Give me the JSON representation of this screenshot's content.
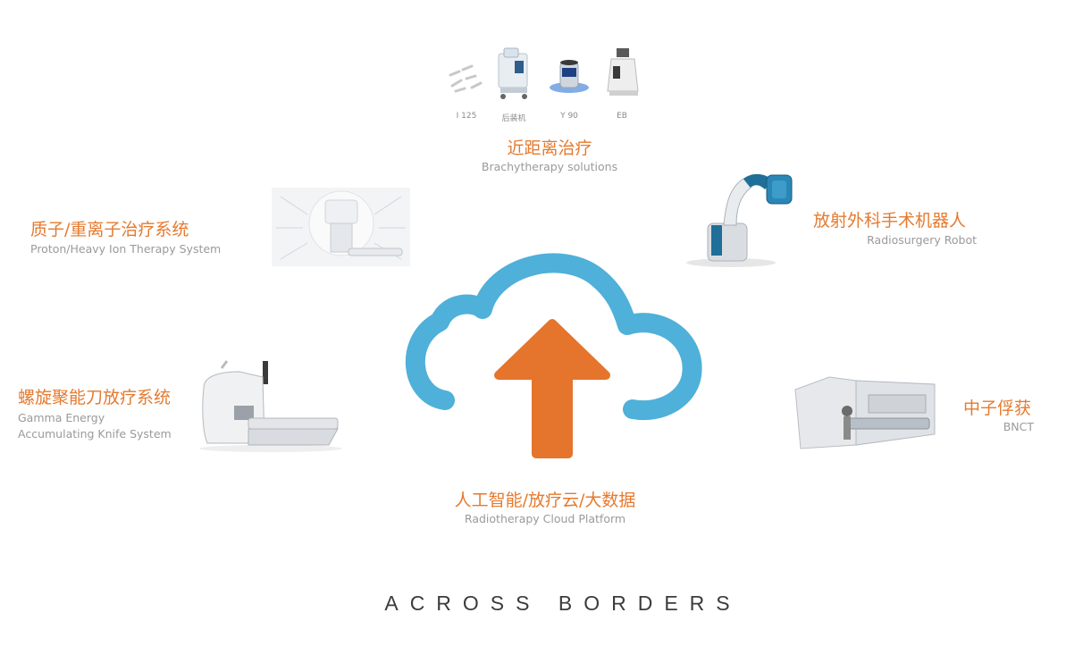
{
  "center": {
    "label_cn": "人工智能/放疗云/大数据",
    "label_en": "Radiotherapy Cloud Platform"
  },
  "brachy": {
    "label_cn": "近距离治疗",
    "label_en": "Brachytherapy solutions",
    "items": [
      "I 125",
      "后装机",
      "Y 90",
      "EB"
    ]
  },
  "proton": {
    "label_cn": "质子/重离子治疗系统",
    "label_en": "Proton/Heavy Ion Therapy System"
  },
  "robot": {
    "label_cn": "放射外科手术机器人",
    "label_en": "Radiosurgery Robot"
  },
  "gamma": {
    "label_cn": "螺旋聚能刀放疗系统",
    "label_en_line1": "Gamma Energy",
    "label_en_line2": "Accumulating Knife System"
  },
  "bnct": {
    "label_cn": "中子俘获",
    "label_en": "BNCT"
  },
  "footer": {
    "title": "ACROSS BORDERS"
  },
  "colors": {
    "cloud": "#4fb0d9",
    "arrow": "#e5742c",
    "accent_text": "#e57a2f"
  }
}
